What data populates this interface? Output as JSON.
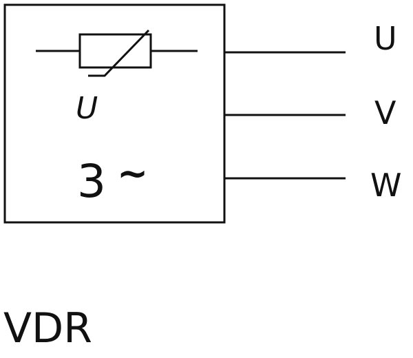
{
  "symbol": {
    "voltage_label": "U",
    "phase_count": "3",
    "ac_symbol": "~"
  },
  "terminals": [
    {
      "label": "U"
    },
    {
      "label": "V"
    },
    {
      "label": "W"
    }
  ],
  "caption": "VDR",
  "colors": {
    "ink": "#111111",
    "background": "#ffffff"
  }
}
